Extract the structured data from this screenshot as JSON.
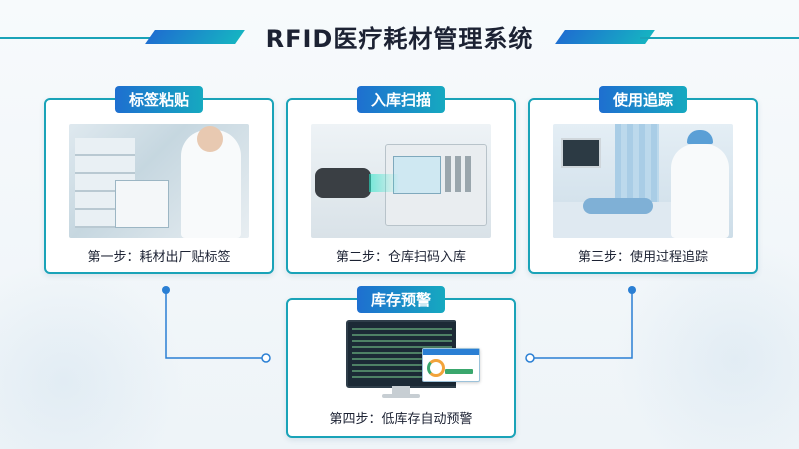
{
  "title": "RFID医疗耗材管理系统",
  "colors": {
    "accent_teal": "#1aa3b8",
    "accent_blue": "#1e6fd0",
    "connector": "#2a7fd4",
    "text": "#1c2233"
  },
  "steps": [
    {
      "label": "标签粘贴",
      "caption": "第一步：耗材出厂贴标签",
      "image": "medical-staff-labeling-supplies-photo"
    },
    {
      "label": "入库扫描",
      "caption": "第二步：仓库扫码入库",
      "image": "rfid-scanner-terminal-photo"
    },
    {
      "label": "使用追踪",
      "caption": "第三步：使用过程追踪",
      "image": "nurse-tracking-patient-photo"
    },
    {
      "label": "库存预警",
      "caption": "第四步：低库存自动预警",
      "image": "inventory-dashboard-monitor-photo"
    }
  ]
}
